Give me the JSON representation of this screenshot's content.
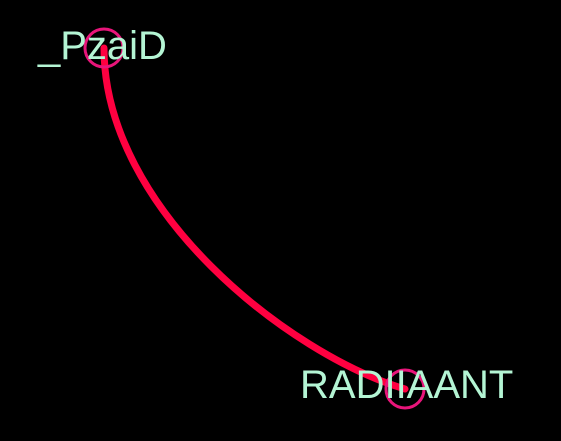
{
  "canvas": {
    "background_color": "#000000"
  },
  "nodes": [
    {
      "id": "start",
      "label": "_PzaiD"
    },
    {
      "id": "end",
      "label": "RADIIAANT"
    }
  ],
  "edge": {
    "from": "start",
    "to": "end",
    "color": "#ff0040"
  },
  "styles": {
    "label_color": "#b4f5d4",
    "node_ring_color": "#e8157a"
  }
}
